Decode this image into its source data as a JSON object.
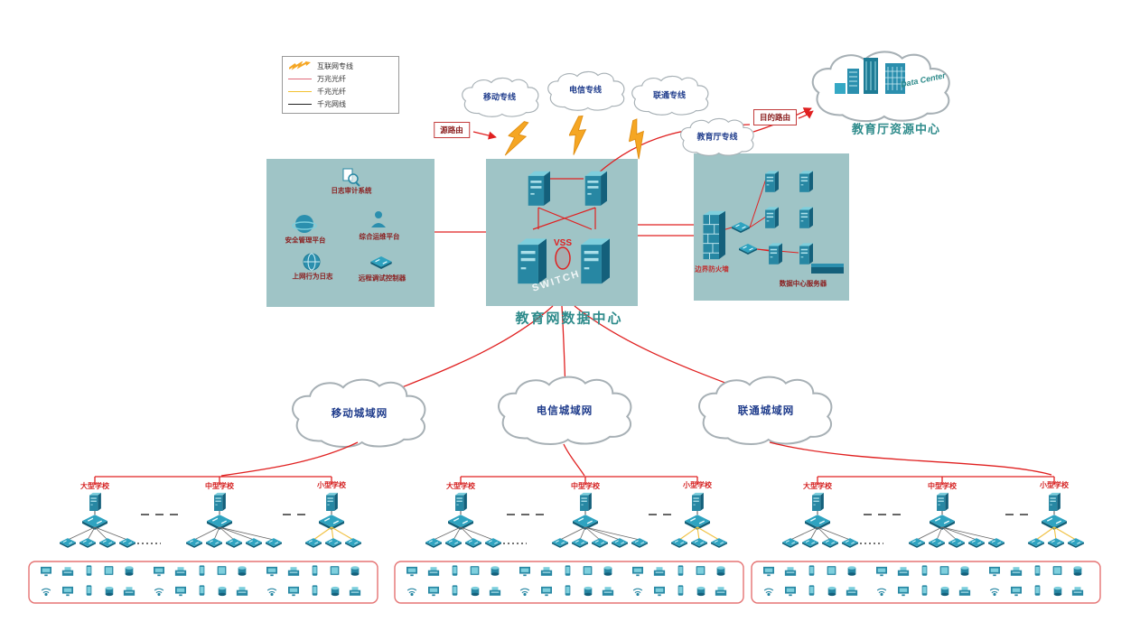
{
  "legend": {
    "items": [
      {
        "label": "互联网专线",
        "icon": "lightning-icon"
      },
      {
        "label": "万兆光纤",
        "color": "#e06b7a"
      },
      {
        "label": "千兆光纤",
        "color": "#f2c230"
      },
      {
        "label": "千兆网线",
        "color": "#222222"
      }
    ]
  },
  "top_clouds": {
    "mobile": "移动专线",
    "telecom": "电信专线",
    "unicom": "联通专线",
    "edu": "教育厅专线"
  },
  "routes": {
    "source": "源路由",
    "destination": "目的路由"
  },
  "resource_center": {
    "label": "教育厅资源中心",
    "cloud_text": "Data Center"
  },
  "left_panel": {
    "log_audit": "日志审计系统",
    "security": "安全管理平台",
    "ops": "综合运维平台",
    "behavior_log": "上网行为日志",
    "remote_debug": "远程调试控制器"
  },
  "data_center": {
    "vss": "VSS",
    "watermark": "SWITCH",
    "title": "教育网数据中心"
  },
  "right_panel": {
    "firewall": "边界防火墙",
    "servers": "数据中心服务器"
  },
  "groups": [
    {
      "man": "移动城域网",
      "schools": [
        "大型学校",
        "中型学校",
        "小型学校"
      ]
    },
    {
      "man": "电信城域网",
      "schools": [
        "大型学校",
        "中型学校",
        "小型学校"
      ]
    },
    {
      "man": "联通城域网",
      "schools": [
        "大型学校",
        "中型学校",
        "小型学校"
      ]
    }
  ],
  "colors": {
    "panel_bg": "#9fc4c6",
    "line_red": "#e02020",
    "device_teal": "#2787a3",
    "device_teal_dark": "#14607b",
    "device_teal_light": "#7ecfdd",
    "label_dark_red": "#8b2020",
    "school_label_red": "#d42020",
    "cloud_label_blue": "#1f3c8c",
    "title_teal": "#2e8b8b",
    "bolt_orange": "#f5a623",
    "fiber_yellow": "#f2c230"
  }
}
